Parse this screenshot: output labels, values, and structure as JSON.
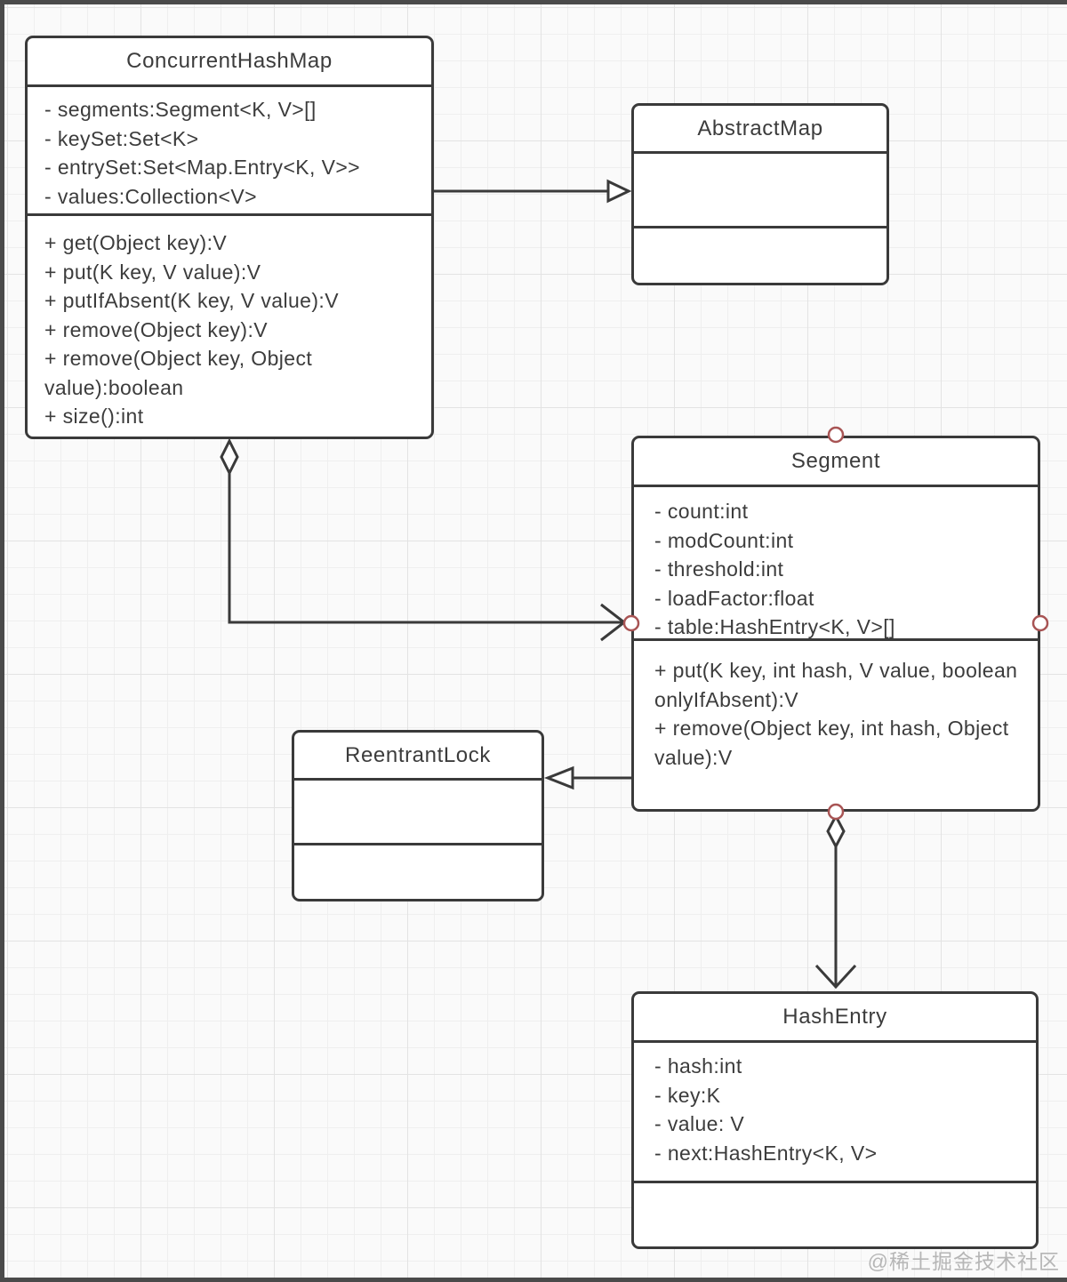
{
  "watermark": "@稀土掘金技术社区",
  "diagram": {
    "classes": {
      "concurrent_hash_map": {
        "title": "ConcurrentHashMap",
        "attributes": [
          "- segments:Segment<K, V>[]",
          "- keySet:Set<K>",
          "- entrySet:Set<Map.Entry<K, V>>",
          "- values:Collection<V>"
        ],
        "methods": [
          "+ get(Object key):V",
          "+ put(K key, V value):V",
          "+ putIfAbsent(K key, V value):V",
          "+ remove(Object key):V",
          "+ remove(Object key, Object value):boolean",
          "+ size():int"
        ]
      },
      "abstract_map": {
        "title": "AbstractMap",
        "attributes": [],
        "methods": []
      },
      "segment": {
        "title": "Segment",
        "attributes": [
          "- count:int",
          "- modCount:int",
          "- threshold:int",
          "- loadFactor:float",
          "- table:HashEntry<K, V>[]"
        ],
        "methods": [
          "+ put(K key, int hash, V value, boolean onlyIfAbsent):V",
          "+ remove(Object key, int hash, Object value):V"
        ]
      },
      "reentrant_lock": {
        "title": "ReentrantLock",
        "attributes": [],
        "methods": []
      },
      "hash_entry": {
        "title": "HashEntry",
        "attributes": [
          "- hash:int",
          "- key:K",
          "- value: V",
          "- next:HashEntry<K, V>"
        ],
        "methods": []
      }
    },
    "relationships": [
      {
        "from": "ConcurrentHashMap",
        "to": "AbstractMap",
        "type": "generalization"
      },
      {
        "from": "ConcurrentHashMap",
        "to": "Segment",
        "type": "aggregation"
      },
      {
        "from": "Segment",
        "to": "ReentrantLock",
        "type": "generalization"
      },
      {
        "from": "Segment",
        "to": "HashEntry",
        "type": "aggregation"
      }
    ],
    "colors": {
      "line": "#3a3a3a",
      "box_fill": "#ffffff",
      "text": "#3c3c3c",
      "connection_point_stroke": "#a85454",
      "watermark": "#b6b6b6",
      "background": "#fafafa",
      "frame_edge": "#4a4a4a"
    }
  }
}
